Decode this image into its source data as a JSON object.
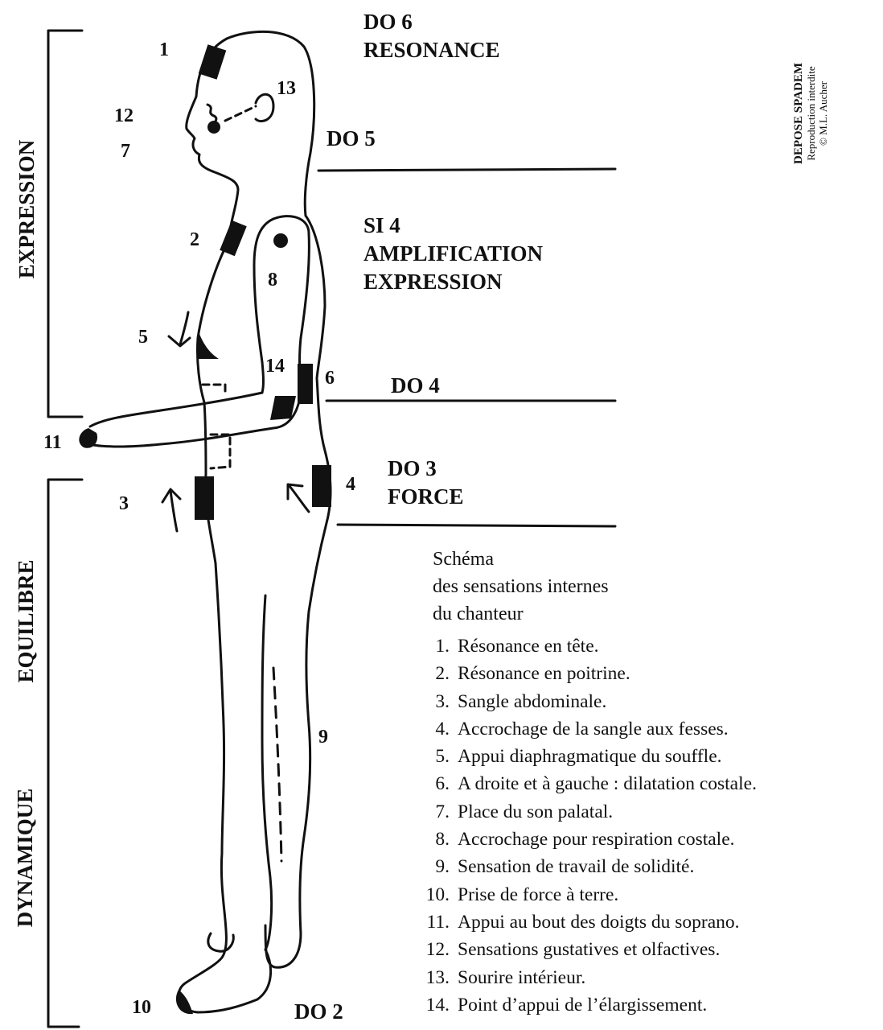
{
  "sections": {
    "expression": "EXPRESSION",
    "equilibre": "EQUILIBRE",
    "dynamique": "DYNAMIQUE"
  },
  "levels": {
    "do6_line1": "DO 6",
    "do6_line2": "RESONANCE",
    "do5": "DO 5",
    "si4_line1": "SI 4",
    "si4_line2": "AMPLIFICATION",
    "si4_line3": "EXPRESSION",
    "do4": "DO 4",
    "do3_line1": "DO 3",
    "do3_line2": "FORCE",
    "do2": "DO 2"
  },
  "copyright": {
    "line1": "DEPOSE SPADEM",
    "line2": "Reproduction interdite",
    "line3": "© M.L. Aucher"
  },
  "point_labels": {
    "p1": "1",
    "p2": "2",
    "p3": "3",
    "p4": "4",
    "p5": "5",
    "p6": "6",
    "p7": "7",
    "p8": "8",
    "p9": "9",
    "p10": "10",
    "p11": "11",
    "p12": "12",
    "p13": "13",
    "p14": "14"
  },
  "caption": {
    "line1": "Schéma",
    "line2": "des sensations internes",
    "line3": "du chanteur"
  },
  "legend": [
    {
      "num": "1.",
      "text": "Résonance en tête."
    },
    {
      "num": "2.",
      "text": "Résonance en poitrine."
    },
    {
      "num": "3.",
      "text": "Sangle abdominale."
    },
    {
      "num": "4.",
      "text": "Accrochage de la sangle aux fesses."
    },
    {
      "num": "5.",
      "text": "Appui diaphragmatique du souffle."
    },
    {
      "num": "6.",
      "text": "A droite et à gauche : dilatation costale."
    },
    {
      "num": "7.",
      "text": "Place du son palatal."
    },
    {
      "num": "8.",
      "text": "Accrochage pour respiration costale."
    },
    {
      "num": "9.",
      "text": "Sensation de travail de solidité."
    },
    {
      "num": "10.",
      "text": "Prise de force à terre."
    },
    {
      "num": "11.",
      "text": "Appui au bout des doigts du soprano."
    },
    {
      "num": "12.",
      "text": "Sensations gustatives et olfactives."
    },
    {
      "num": "13.",
      "text": "Sourire intérieur."
    },
    {
      "num": "14.",
      "text": "Point d’appui de l’élargissement."
    }
  ]
}
